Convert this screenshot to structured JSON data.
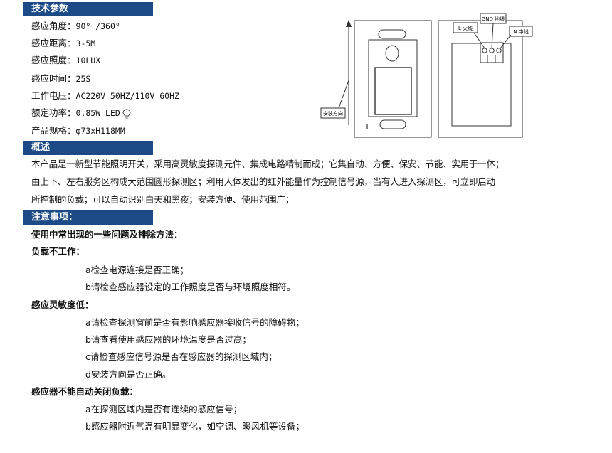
{
  "spec_section": {
    "title": "技术参数",
    "rows": [
      {
        "label": "感应角度：",
        "value": "90° /360°"
      },
      {
        "label": "感应距离：",
        "value": "3-5M"
      },
      {
        "label": "感应照度：",
        "value": "10LUX"
      },
      {
        "label": "感应时间：",
        "value": "25S"
      },
      {
        "label": "工作电压：",
        "value": "AC220V 50HZ/110V 60HZ"
      },
      {
        "label": "额定功率：",
        "value": "0.85W LED"
      },
      {
        "label": "产品规格：",
        "value": "φ73xH118MM"
      }
    ]
  },
  "diagram": {
    "install_direction": "安装方向",
    "gnd_label": "GND 地线",
    "l_label": "L 火线",
    "n_label": "N 中线"
  },
  "overview_section": {
    "title": "概述",
    "lines": [
      "本产品是一新型节能照明开关，采用高灵敏度探测元件、集成电路精制而成；它集自动、方便、保安、节能、实用于一体；",
      "由上下、左右服务区构成大范围圆形探测区；利用人体发出的红外能量作为控制信号源，当有人进入探测区，可立即启动",
      "所控制的负载；可以自动识别白天和黑夜；安装方便、使用范围广；"
    ]
  },
  "notes_section": {
    "title": "注意事项：",
    "intro": "使用中常出现的一些问题及排除方法：",
    "groups": [
      {
        "heading": "负载不工作：",
        "items": [
          "a检查电源连接是否正确；",
          "b请检查感应器设定的工作照度是否与环境照度相符。"
        ]
      },
      {
        "heading": "感应灵敏度低：",
        "items": [
          "a请检查探测窗前是否有影响感应器接收信号的障碍物；",
          "b请查看使用感应器的环境温度是否过高；",
          "c请检查感应信号源是否在感应器的探测区域内；",
          "d安装方向是否正确。"
        ]
      },
      {
        "heading": "感应器不能自动关闭负载：",
        "items": [
          "a在探测区域内是否有连续的感应信号；",
          "b感应器附近气温有明显变化，如空调、暖风机等设备；"
        ]
      }
    ]
  }
}
